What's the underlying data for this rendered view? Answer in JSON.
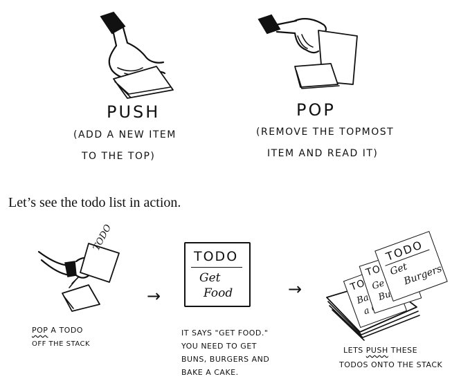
{
  "push": {
    "title": "PUSH",
    "caption_line1": "(ADD A NEW ITEM",
    "caption_line2": "TO THE TOP)"
  },
  "pop": {
    "title": "POP",
    "caption_line1": "(REMOVE THE TOPMOST",
    "caption_line2": "ITEM AND READ IT)"
  },
  "intro": "Let’s see the todo list in action.",
  "steps": [
    {
      "note_text": "TODO",
      "caption_pop": "POP",
      "caption_rest": " A TODO",
      "caption_line2": "OFF THE STACK"
    },
    {
      "card_title": "TODO",
      "card_line1": "Get",
      "card_line2": "Food",
      "caption_lines": [
        "IT SAYS \"GET FOOD.\"",
        "YOU NEED TO GET",
        "BUNS, BURGERS AND",
        "BAKE A CAKE."
      ]
    },
    {
      "front_title": "TODO",
      "front_line1": "Get",
      "front_line2": "Burgers",
      "mid_title": "TO",
      "mid_line1": "Ge",
      "mid_line2": "Bu",
      "back_title": "TO",
      "back_line1": "Ba",
      "back_line2": "a Cak",
      "caption_line1_pre": "LETS ",
      "caption_push": "PUSH",
      "caption_line1_post": " THESE",
      "caption_line2": "TODOS ONTO THE STACK"
    }
  ],
  "arrow_glyph": "→"
}
